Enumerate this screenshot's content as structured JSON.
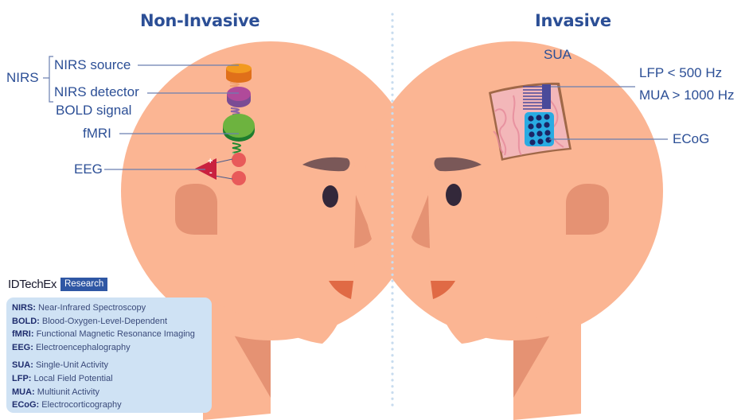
{
  "titles": {
    "left": "Non-Invasive",
    "right": "Invasive"
  },
  "non_invasive": {
    "group_label": "NIRS",
    "labels": {
      "nirs_source": "NIRS source",
      "nirs_detector": "NIRS detector",
      "bold_signal": "BOLD signal",
      "fmri": "fMRI",
      "eeg": "EEG"
    },
    "eeg_signs": {
      "plus": "+",
      "minus": "-"
    },
    "colors": {
      "nirs_source": "#f29a1f",
      "nirs_detector": "#b04a9a",
      "fmri": "#6db33f",
      "eeg_amplifier": "#c9213f",
      "eeg_electrode": "#e85a5a"
    }
  },
  "invasive": {
    "labels": {
      "sua": "SUA",
      "lfp": "LFP < 500 Hz",
      "mua": "MUA > 1000 Hz",
      "ecog": "ECoG"
    },
    "colors": {
      "brain": "#f3b7b9",
      "probe": "#4a4a9a",
      "ecog_grid": "#29abe2",
      "ecog_dots": "#1b2566"
    }
  },
  "brand": {
    "name": "IDTechEx",
    "tag": "Research"
  },
  "legend": {
    "non_invasive": [
      {
        "abbr": "NIRS:",
        "full": "Near-Infrared Spectroscopy"
      },
      {
        "abbr": "BOLD:",
        "full": "Blood-Oxygen-Level-Dependent"
      },
      {
        "abbr": "fMRI:",
        "full": "Functional Magnetic Resonance Imaging"
      },
      {
        "abbr": "EEG:",
        "full": "Electroencephalography"
      }
    ],
    "invasive": [
      {
        "abbr": "SUA:",
        "full": "Single-Unit Activity"
      },
      {
        "abbr": "LFP:",
        "full": "Local Field Potential"
      },
      {
        "abbr": "MUA:",
        "full": "Multiunit Activity"
      },
      {
        "abbr": "ECoG:",
        "full": "Electrocorticography"
      }
    ]
  },
  "palette": {
    "skin": "#fbb593",
    "skin_shadow": "#e59273",
    "eyebrow": "#7a5858",
    "eye": "#33283a",
    "lips": "#e06a45",
    "label_blue": "#2c4f96",
    "leader_line": "#6a7fb0"
  }
}
